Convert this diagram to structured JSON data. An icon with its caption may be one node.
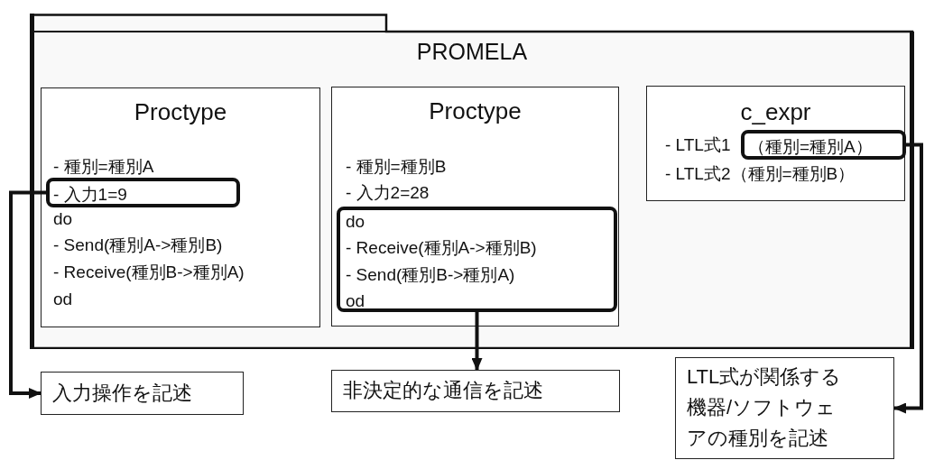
{
  "diagram": {
    "nodes": [
      {
        "text": [
          "PROMELA"
        ]
      },
      {
        "text": [
          "Proctype",
          "- 種別=種別A",
          "do",
          "- Send(種別A->種別B)",
          "- Receive(種別B->種別A)",
          "od"
        ],
        "in": 0
      },
      {
        "text": [
          "- 入力1=9"
        ],
        "in": 1
      },
      {
        "text": [
          "Proctype",
          "- 種別=種別B",
          "- 入力2=28"
        ],
        "in": 0
      },
      {
        "text": [
          "do",
          "- Receive(種別A->種別B)",
          "- Send(種別B->種別A)",
          "od"
        ],
        "in": 3
      },
      {
        "text": [
          "c_expr",
          "- LTL式1",
          "- LTL式2（種別=種別B）"
        ],
        "in": 0
      },
      {
        "text": [
          "（種別=種別A）"
        ],
        "in": 5
      },
      {
        "text": [
          "入力操作を記述"
        ]
      },
      {
        "text": [
          "非決定的な通信を記述"
        ]
      },
      {
        "text": [
          "LTL式が関係する機器/ソフトウェアの種別を記述"
        ]
      }
    ],
    "edges": [
      {
        "from": 2,
        "to": 7,
        "arrow": "to"
      },
      {
        "from": 4,
        "to": 8,
        "arrow": "to"
      },
      {
        "from": 6,
        "to": 9,
        "arrow": "to"
      }
    ]
  }
}
